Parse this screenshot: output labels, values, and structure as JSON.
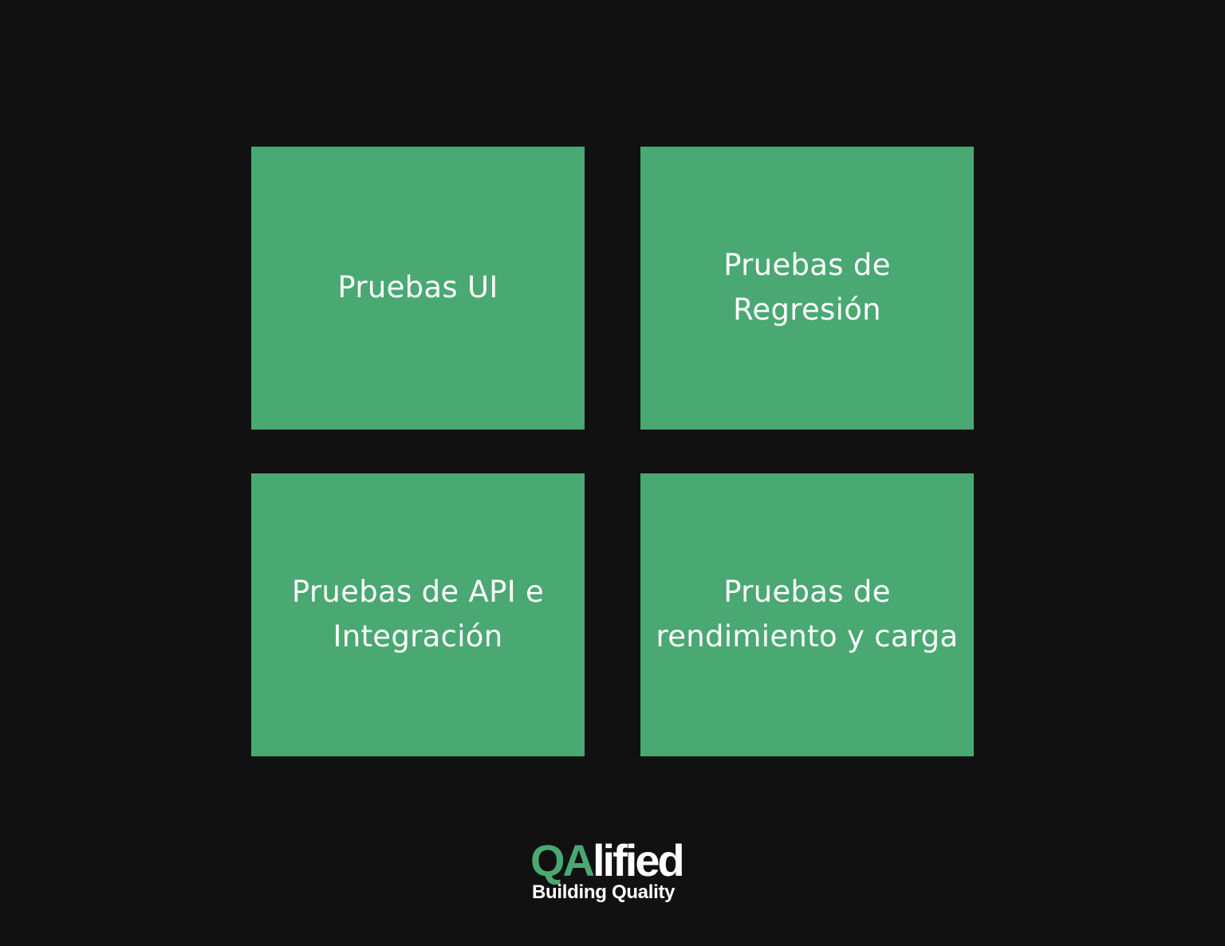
{
  "colors": {
    "background": "#111111",
    "card": "#4aa872",
    "text": "#ffffff",
    "brand_accent": "#4aa872"
  },
  "cards": [
    {
      "lines": [
        "Pruebas UI"
      ]
    },
    {
      "lines": [
        "Pruebas de",
        "Regresión"
      ]
    },
    {
      "lines": [
        "Pruebas de API e",
        "Integración"
      ]
    },
    {
      "lines": [
        "Pruebas de",
        "rendimiento y carga"
      ]
    }
  ],
  "logo": {
    "brand_prefix": "QA",
    "brand_suffix": "lified",
    "tagline": "Building Quality"
  }
}
